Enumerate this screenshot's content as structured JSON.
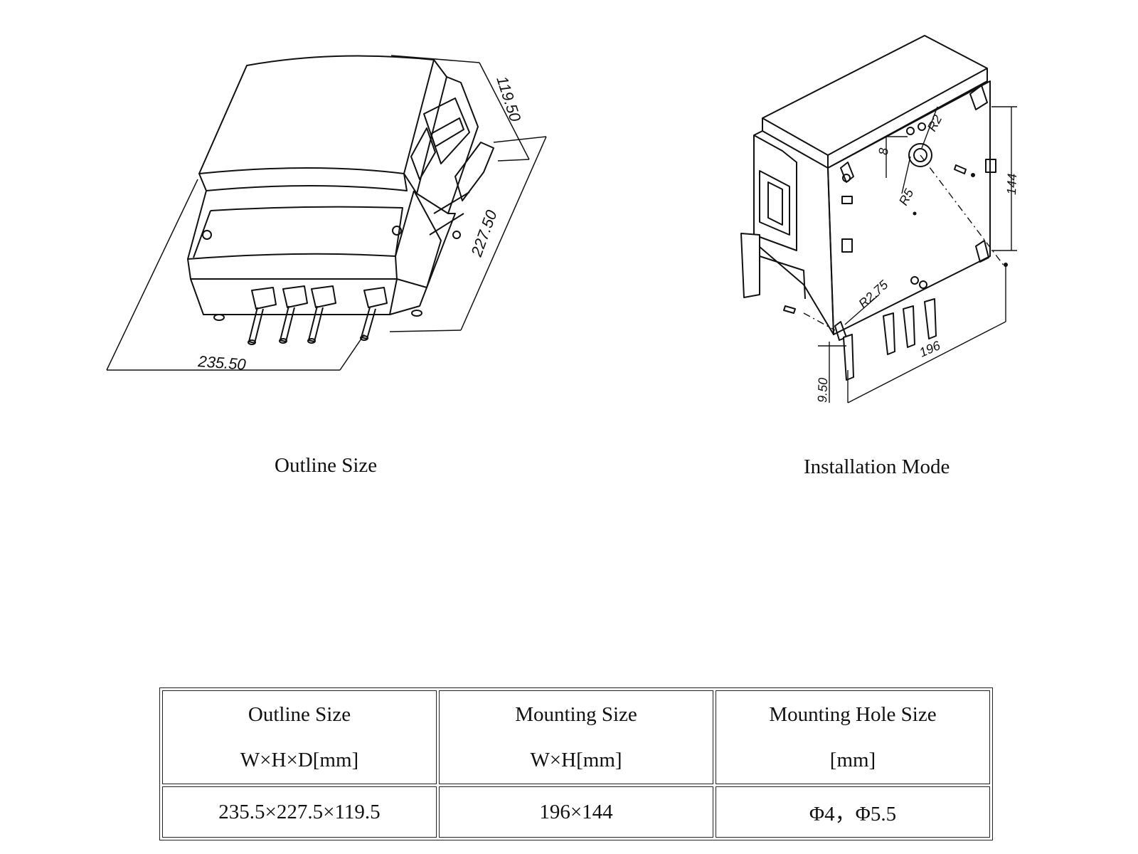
{
  "outline_figure": {
    "caption": "Outline Size",
    "dim_depth": "119.50",
    "dim_height": "227.50",
    "dim_width": "235.50"
  },
  "install_figure": {
    "caption": "Installation Mode",
    "dim_8": "8",
    "dim_r2": "R2",
    "dim_r5": "R5",
    "dim_144": "144",
    "dim_r275": "R2.75",
    "dim_196": "196",
    "dim_950": "9.50"
  },
  "table": {
    "col1": {
      "line1": "Outline Size",
      "line2": "W×H×D[mm]",
      "value": "235.5×227.5×119.5"
    },
    "col2": {
      "line1": "Mounting Size",
      "line2": "W×H[mm]",
      "value": "196×144"
    },
    "col3": {
      "line1": "Mounting Hole Size",
      "line2": "[mm]",
      "value": "Φ4，Φ5.5"
    }
  }
}
